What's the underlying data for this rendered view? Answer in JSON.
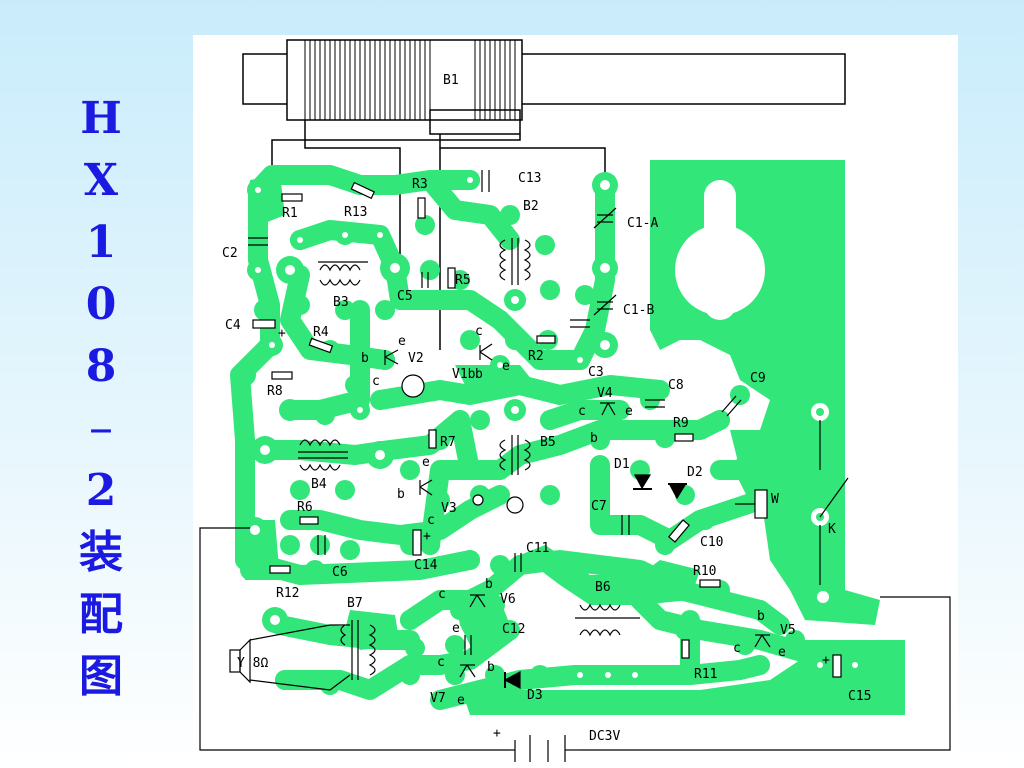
{
  "title_chars": [
    "H",
    "X",
    "1",
    "0",
    "8",
    "—",
    "2",
    "装",
    "配",
    "图"
  ],
  "colors": {
    "copper": "#33e67a",
    "title": "#1a1ae0",
    "background": "#d2effc"
  },
  "labels": {
    "B1": "B1",
    "C13": "C13",
    "R3": "R3",
    "R1": "R1",
    "R13": "R13",
    "B2": "B2",
    "C1A": "C1-A",
    "C2": "C2",
    "C5": "C5",
    "R5": "R5",
    "B3": "B3",
    "C1B": "C1-B",
    "C4": "C4",
    "R4": "R4",
    "V2": "V2",
    "V1b": "V1b",
    "R2": "R2",
    "C3": "C3",
    "R8": "R8",
    "V4": "V4",
    "C8": "C8",
    "C9": "C9",
    "R9": "R9",
    "R7": "R7",
    "B5": "B5",
    "D1": "D1",
    "D2": "D2",
    "B4": "B4",
    "V3": "V3",
    "W": "W",
    "C7": "C7",
    "R6": "R6",
    "C10": "C10",
    "K": "K",
    "C6": "C6",
    "C14": "C14",
    "C11": "C11",
    "R12": "R12",
    "B7": "B7",
    "B6": "B6",
    "R10": "R10",
    "V6": "V6",
    "C12": "C12",
    "V5": "V5",
    "R11": "R11",
    "Y": "Y 8Ω",
    "V7": "V7",
    "D3": "D3",
    "C15": "C15",
    "plus": "+",
    "DC": "DC3V",
    "b": "b",
    "c": "c",
    "e": "e"
  }
}
